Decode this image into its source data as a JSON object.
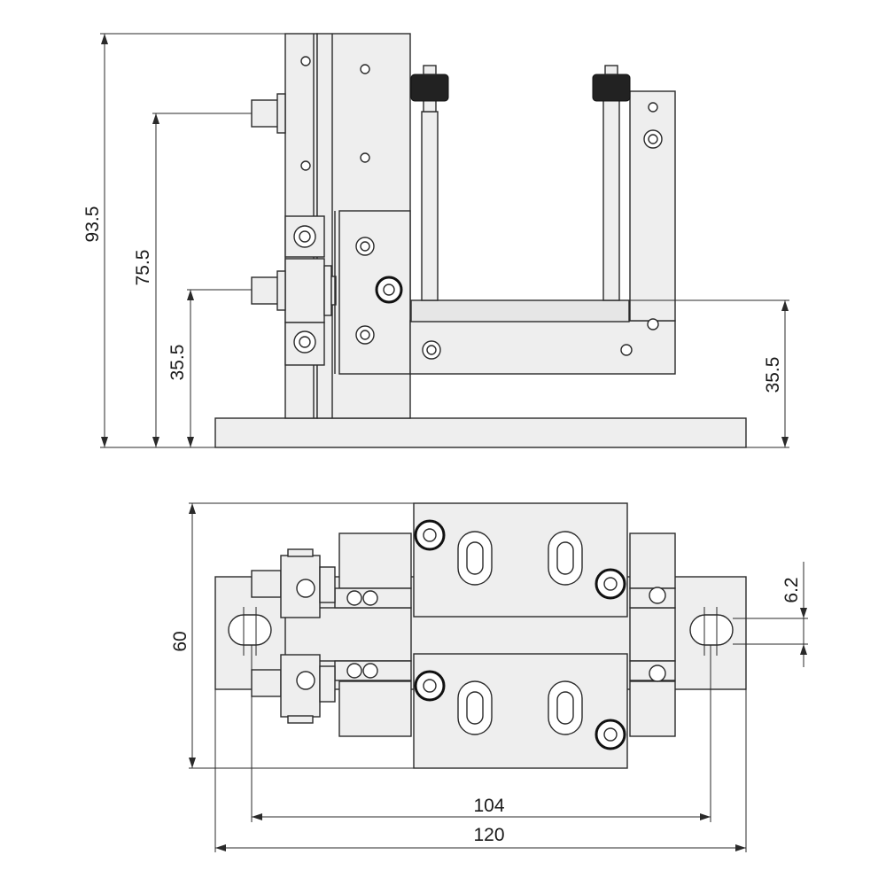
{
  "drawing": {
    "side_view": {
      "dimensions": {
        "overall_height": "93.5",
        "upper_port_height": "75.5",
        "lower_port_height": "35.5",
        "carriage_height": "35.5"
      }
    },
    "top_view": {
      "dimensions": {
        "depth": "60",
        "slot_offset": "6.2",
        "hole_spacing": "104",
        "overall_width": "120"
      }
    }
  }
}
